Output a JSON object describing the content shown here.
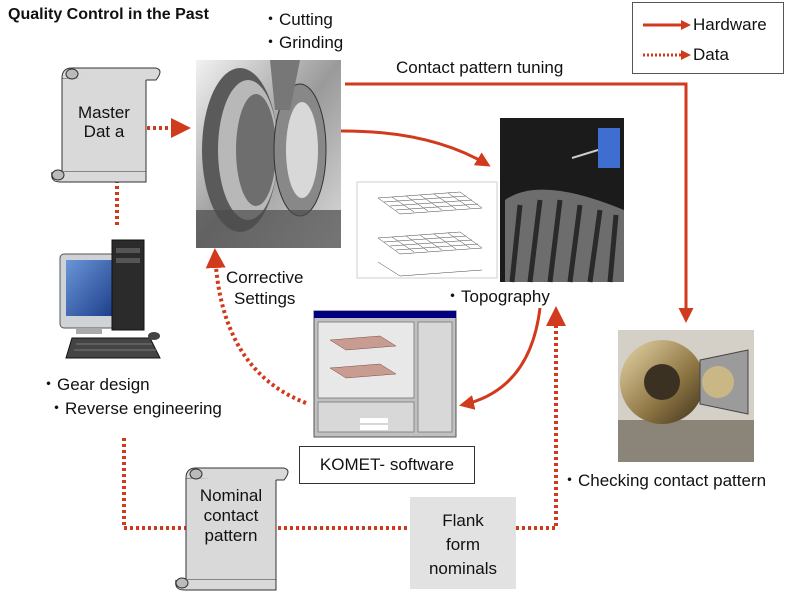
{
  "title": "Quality Control in the Past",
  "legend": {
    "hardware": "Hardware",
    "data": "Data"
  },
  "labels": {
    "cutting": "・Cutting",
    "grinding": "・Grinding",
    "contact_tuning": "Contact pattern tuning",
    "master_line1": "Master",
    "master_line2": "Dat a",
    "corrective_line1": "Corrective",
    "corrective_line2": "Settings",
    "topography": "・Topography",
    "gear_design": "・Gear design",
    "reverse_eng": "・Reverse engineering",
    "komet": "KOMET- software",
    "checking": "・Checking contact pattern",
    "nominal_line1": "Nominal",
    "nominal_line2": "contact",
    "nominal_line3": "pattern",
    "flank_line1": "Flank",
    "flank_line2": "form",
    "flank_line3": "nominals"
  },
  "colors": {
    "arrow": "#d23a1e",
    "scroll_fill": "#d9d9d9",
    "panel": "#c0c0c0",
    "window_title": "#000080"
  }
}
